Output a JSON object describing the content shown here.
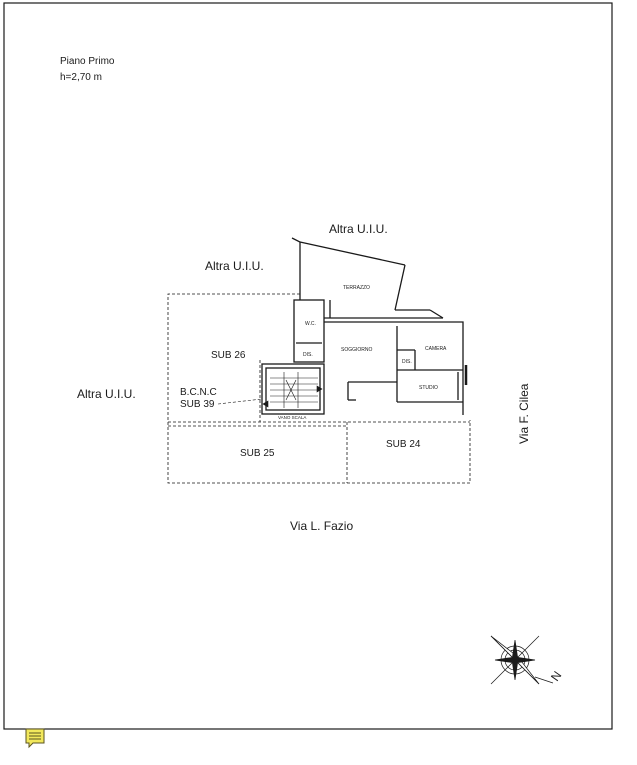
{
  "header": {
    "floor_label": "Piano Primo",
    "height_label": "h=2,70 m"
  },
  "labels": {
    "altra_top": "Altra U.I.U.",
    "altra_mid": "Altra U.I.U.",
    "altra_left": "Altra U.I.U.",
    "sub26": "SUB 26",
    "bcnc": "B.C.N.C",
    "sub39": "SUB 39",
    "sub25": "SUB 25",
    "sub24": "SUB 24",
    "street_bottom": "Via L. Fazio",
    "street_right": "Via F. Cilea",
    "north": "N"
  },
  "rooms": {
    "terrazzo": "TERRAZZO",
    "wc": "W.C.",
    "dis1": "DIS.",
    "soggiorno": "SOGGIORNO",
    "dis2": "DIS.",
    "camera": "CAMERA",
    "studio": "STUDIO",
    "vano_scala": "VANO SCALA"
  },
  "colors": {
    "line": "#1a1a1a",
    "note_icon": "#f2e85c"
  },
  "icons": {
    "note": "sticky-note-icon",
    "compass": "compass-rose-icon"
  }
}
